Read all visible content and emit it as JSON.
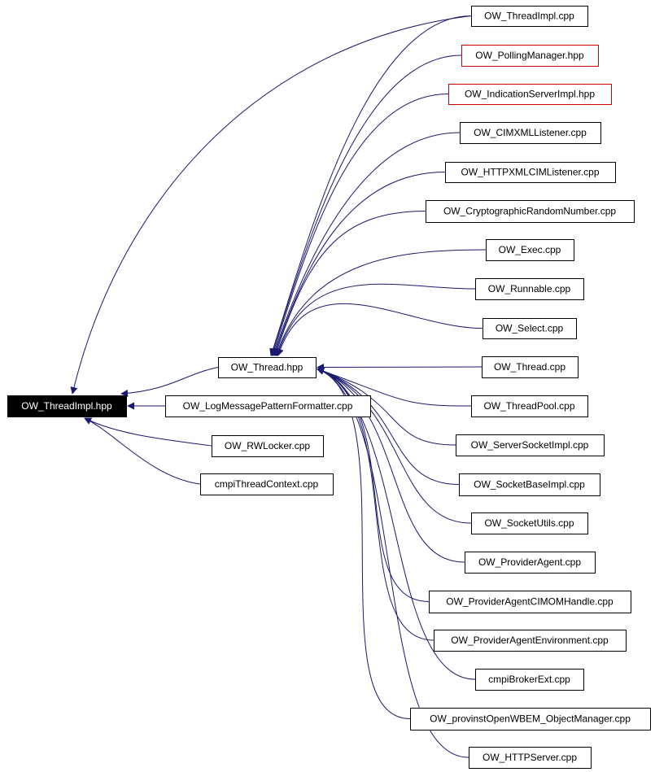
{
  "colors": {
    "edge": "#191970",
    "node_border": "#000000",
    "node_border_external": "#cc0000",
    "focus_fill": "#000000",
    "focus_text": "#ffffff",
    "node_fill": "#ffffff",
    "node_text": "#000000"
  },
  "nodes": {
    "threadimpl_hpp": "OW_ThreadImpl.hpp",
    "thread_hpp": "OW_Thread.hpp",
    "logmessagepatternformatter_cpp": "OW_LogMessagePatternFormatter.cpp",
    "rwlocker_cpp": "OW_RWLocker.cpp",
    "cmpithreadcontext_cpp": "cmpiThreadContext.cpp",
    "threadimpl_cpp": "OW_ThreadImpl.cpp",
    "pollingmanager_hpp": "OW_PollingManager.hpp",
    "indicationserverimpl_hpp": "OW_IndicationServerImpl.hpp",
    "cimxmllistener_cpp": "OW_CIMXMLListener.cpp",
    "httpxmlcimlistener_cpp": "OW_HTTPXMLCIMListener.cpp",
    "cryptographicrandomnumber_cpp": "OW_CryptographicRandomNumber.cpp",
    "exec_cpp": "OW_Exec.cpp",
    "runnable_cpp": "OW_Runnable.cpp",
    "select_cpp": "OW_Select.cpp",
    "thread_cpp": "OW_Thread.cpp",
    "threadpool_cpp": "OW_ThreadPool.cpp",
    "serversocketimpl_cpp": "OW_ServerSocketImpl.cpp",
    "socketbaseimpl_cpp": "OW_SocketBaseImpl.cpp",
    "socketutils_cpp": "OW_SocketUtils.cpp",
    "provideragent_cpp": "OW_ProviderAgent.cpp",
    "provideragentcimomhandle_cpp": "OW_ProviderAgentCIMOMHandle.cpp",
    "provideragentenvironment_cpp": "OW_ProviderAgentEnvironment.cpp",
    "cmpibrokerext_cpp": "cmpiBrokerExt.cpp",
    "provinstopenwbem_objectmanager_cpp": "OW_provinstOpenWBEM_ObjectManager.cpp",
    "httpserver_cpp": "OW_HTTPServer.cpp"
  }
}
